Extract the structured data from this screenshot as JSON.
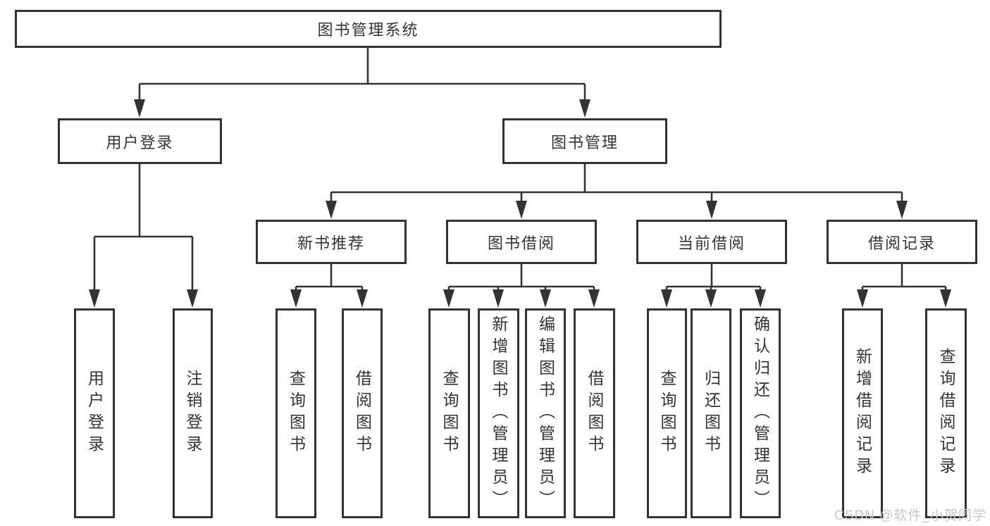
{
  "diagram": {
    "root": {
      "label": "图书管理系统"
    },
    "level2": [
      {
        "label": "用户登录"
      },
      {
        "label": "图书管理"
      }
    ],
    "level3": [
      {
        "label": "新书推荐"
      },
      {
        "label": "图书借阅"
      },
      {
        "label": "当前借阅"
      },
      {
        "label": "借阅记录"
      }
    ],
    "leaves": [
      {
        "label": "用户登录"
      },
      {
        "label": "注销登录"
      },
      {
        "label": "查询图书"
      },
      {
        "label": "借阅图书"
      },
      {
        "label": "查询图书"
      },
      {
        "label": "新增图书（管理员）"
      },
      {
        "label": "编辑图书（管理员）"
      },
      {
        "label": "借阅图书"
      },
      {
        "label": "查询图书"
      },
      {
        "label": "归还图书"
      },
      {
        "label": "确认归还（管理员）"
      },
      {
        "label": "新增借阅记录"
      },
      {
        "label": "查询借阅记录"
      }
    ]
  },
  "watermark": {
    "text": "CSDN @软件_小贺同学"
  },
  "colors": {
    "line": "#333333",
    "text": "#333333",
    "box_background": "#ffffff",
    "watermark": "#c8c8c8"
  }
}
